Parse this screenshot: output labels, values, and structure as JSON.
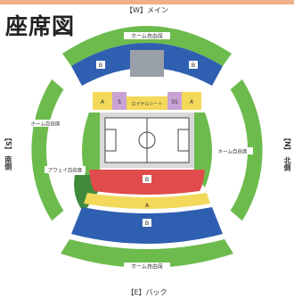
{
  "title": "座席図",
  "directions": {
    "top": "【W】メイン",
    "bottom": "【E】バック",
    "left_bracket": "【S】",
    "left_text": "南側",
    "right_bracket": "【N】",
    "right_text": "北側"
  },
  "labels": {
    "home_top": "ホーム自由席",
    "home_bottom": "ホーム自由席",
    "home_left": "ホーム自由席",
    "home_right": "ホーム自由席",
    "away": "アウェイ自由席",
    "premium": "ロイヤルシート",
    "b": "B",
    "a": "A",
    "s": "S",
    "ss": "SS"
  },
  "colors": {
    "green": "#6dbb4d",
    "blue": "#2f5fb0",
    "yellow": "#f3d95a",
    "purple": "#c9a2d6",
    "red": "#e04b4b",
    "field": "#ffffff",
    "line": "#444444"
  }
}
